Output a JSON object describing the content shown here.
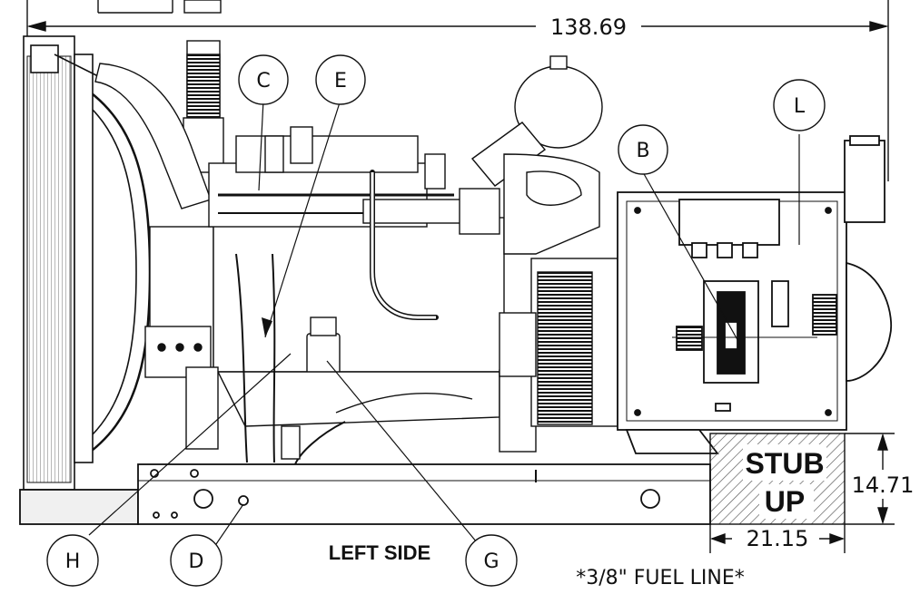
{
  "dimensions": {
    "overall_length": "138.69",
    "stub_height": "14.71",
    "stub_width": "21.15"
  },
  "callouts": {
    "c": "C",
    "e": "E",
    "l": "L",
    "b": "B",
    "h": "H",
    "d": "D",
    "g": "G"
  },
  "stub_up": {
    "line1": "STUB",
    "line2": "UP"
  },
  "view_title": "LEFT SIDE",
  "note": "*3/8\" FUEL LINE*",
  "colors": {
    "line": "#111111",
    "hatch": "#555555",
    "background": "#ffffff"
  }
}
